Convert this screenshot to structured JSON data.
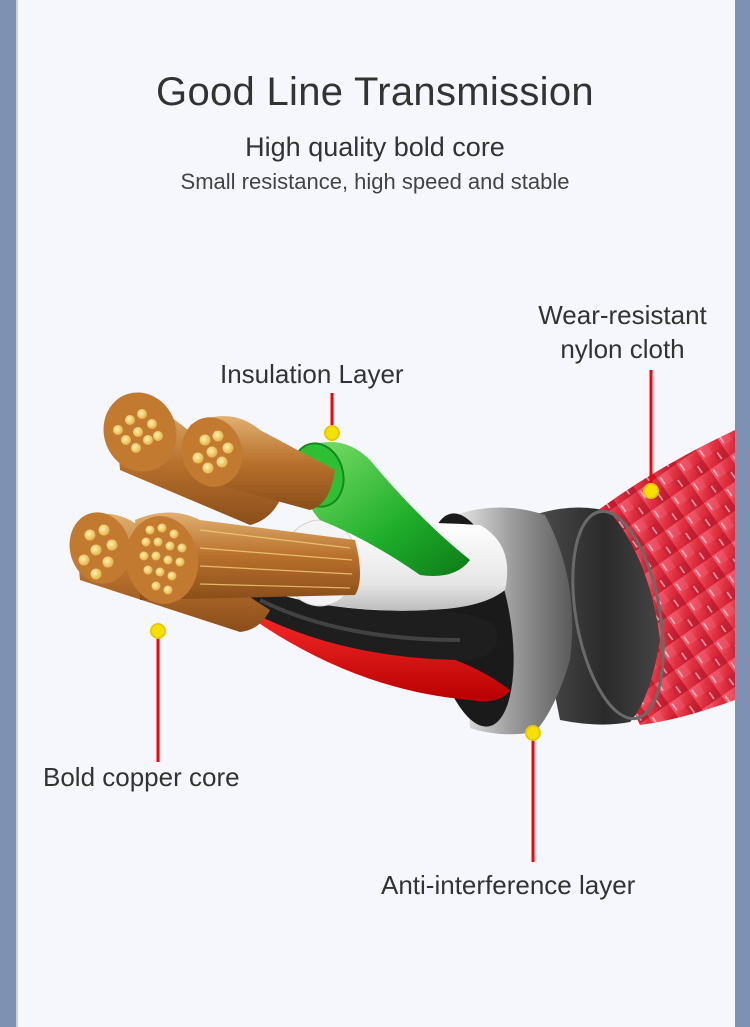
{
  "header": {
    "title": "Good Line Transmission",
    "subtitle": "High quality bold core",
    "tagline": "Small resistance, high speed and stable"
  },
  "callouts": {
    "insulation": "Insulation Layer",
    "nylon_line1": "Wear-resistant",
    "nylon_line2": "nylon cloth",
    "copper": "Bold copper core",
    "anti_interference": "Anti-interference layer"
  },
  "colors": {
    "side_bar": "#7f91b2",
    "background": "#f5f7fc",
    "leader_line": "#ff0000",
    "marker": "#f5e000",
    "braid": "#e23a4c",
    "copper": "#c8843c"
  },
  "illustration": {
    "subject": "cable-cross-section-icon"
  }
}
